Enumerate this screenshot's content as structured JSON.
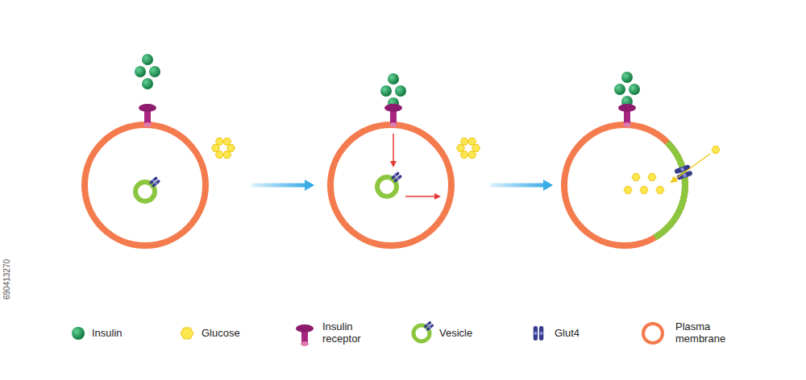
{
  "diagram": {
    "labels": [
      "690413270"
    ],
    "legend": [
      {
        "text": "Insulin"
      },
      {
        "text": "Glucose"
      },
      {
        "text": "Insulin receptor"
      },
      {
        "text": "Vesicle"
      },
      {
        "text": "Glut4"
      },
      {
        "text": "Plasma membrane"
      }
    ]
  }
}
